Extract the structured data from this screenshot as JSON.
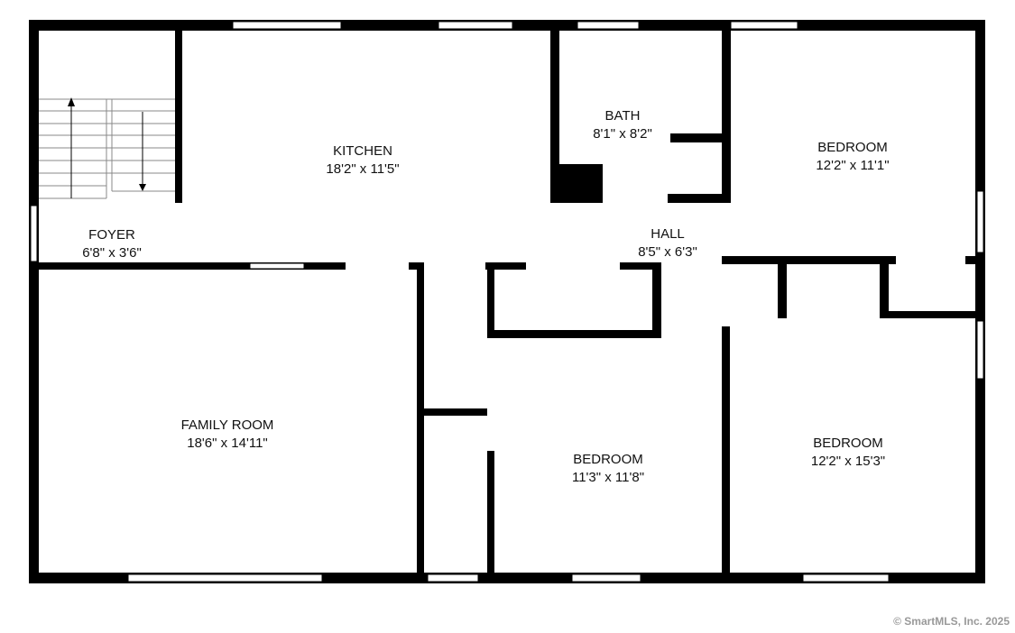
{
  "rooms": {
    "kitchen": {
      "name": "KITCHEN",
      "size": "18'2\" x 11'5\""
    },
    "bath": {
      "name": "BATH",
      "size": "8'1\" x 8'2\""
    },
    "bedroom_ne": {
      "name": "BEDROOM",
      "size": "12'2\" x 11'1\""
    },
    "foyer": {
      "name": "FOYER",
      "size": "6'8\" x 3'6\""
    },
    "hall": {
      "name": "HALL",
      "size": "8'5\" x 6'3\""
    },
    "family_room": {
      "name": "FAMILY ROOM",
      "size": "18'6\" x 14'11\""
    },
    "bedroom_s": {
      "name": "BEDROOM",
      "size": "11'3\" x 11'8\""
    },
    "bedroom_se": {
      "name": "BEDROOM",
      "size": "12'2\" x 15'3\""
    }
  },
  "copyright": "© SmartMLS, Inc.  2025",
  "colors": {
    "wall": "#000000",
    "window": "#ffffff",
    "text": "#111111"
  }
}
